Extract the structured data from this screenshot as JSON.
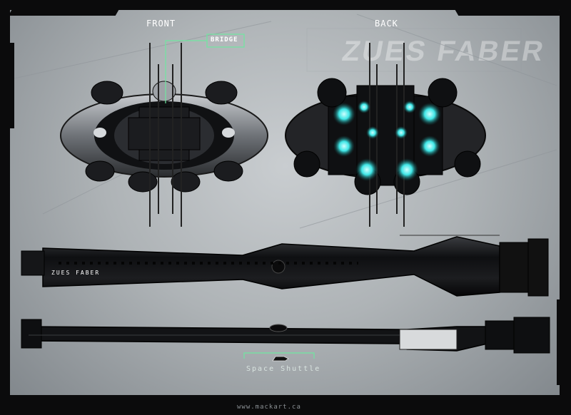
{
  "views": {
    "front": "FRONT",
    "back": "BACK",
    "bridge": "BRIDGE"
  },
  "ship": {
    "name": "ZUES FABER",
    "watermark": "ZUES FABER"
  },
  "shuttle": {
    "label": "Space Shuttle"
  },
  "footer": {
    "url": "www.mackart.ca"
  },
  "colors": {
    "accent_glow": "#3fe6e6",
    "callout_line": "#6fe7a0",
    "hull": "#1a1b1d",
    "frame": "#0b0b0c"
  }
}
